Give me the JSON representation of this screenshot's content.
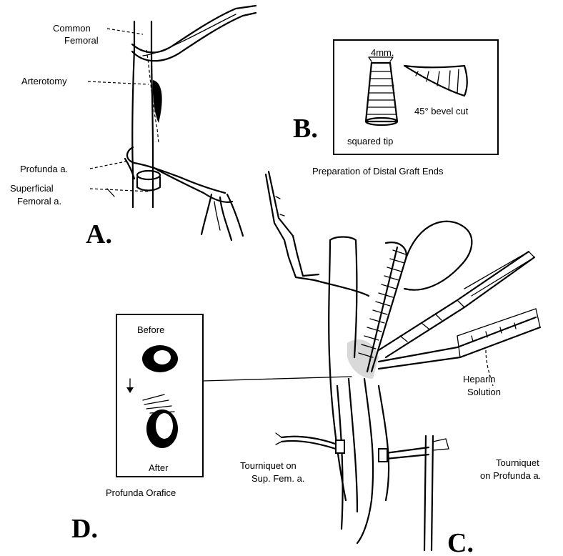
{
  "panel_a": {
    "letter": "A.",
    "labels": {
      "common_femoral_1": "Common",
      "common_femoral_2": "Femoral",
      "arterotomy": "Arterotomy",
      "profunda": "Profunda a.",
      "superficial_1": "Superficial",
      "superficial_2": "Femoral a."
    }
  },
  "panel_b": {
    "letter": "B.",
    "size": "4mm.",
    "bevel": "45° bevel cut",
    "tip": "squared tip",
    "caption": "Preparation of Distal Graft Ends"
  },
  "panel_c": {
    "letter": "C.",
    "heparin_1": "Heparin",
    "heparin_2": "Solution",
    "tq_sup_1": "Tourniquet on",
    "tq_sup_2": "Sup. Fem. a.",
    "tq_prof_1": "Tourniquet",
    "tq_prof_2": "on Profunda a."
  },
  "panel_d": {
    "letter": "D.",
    "before": "Before",
    "after": "After",
    "caption": "Profunda Orafice"
  }
}
